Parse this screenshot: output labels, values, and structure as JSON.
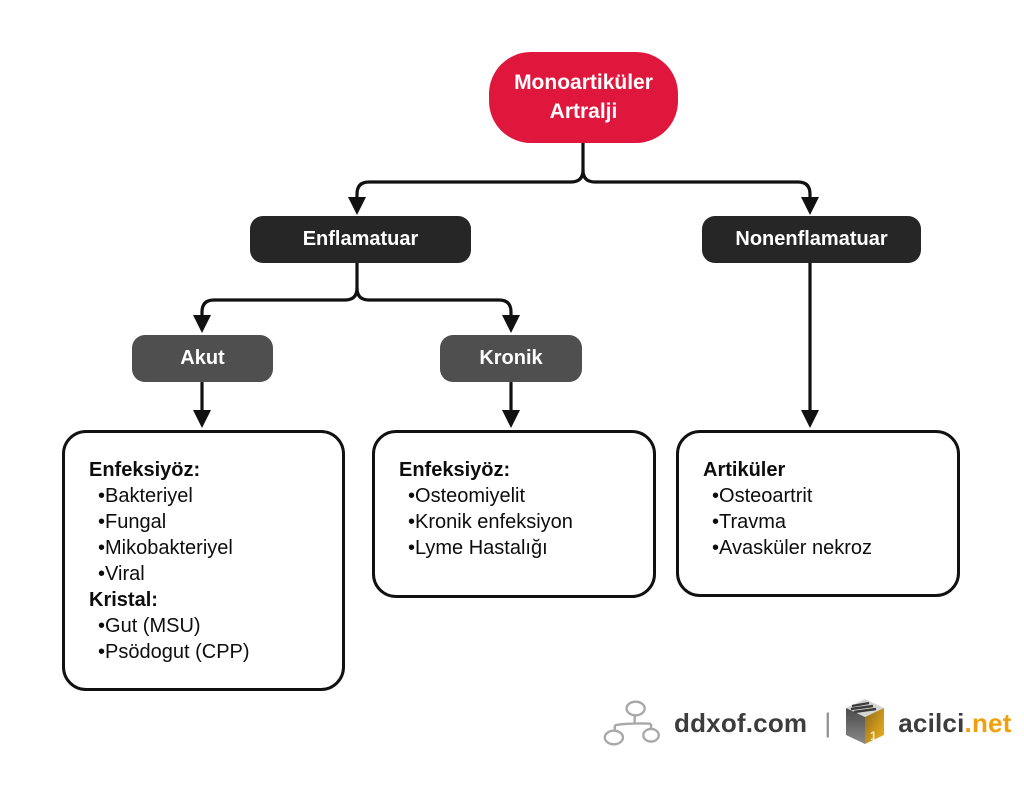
{
  "tree": {
    "root": {
      "label": "Monoartiküler Artralji"
    },
    "level1": [
      {
        "label": "Enflamatuar"
      },
      {
        "label": "Nonenflamatuar"
      }
    ],
    "level2": [
      {
        "label": "Akut"
      },
      {
        "label": "Kronik"
      }
    ],
    "leaf_boxes": [
      {
        "id": "akut-detail",
        "sections": [
          {
            "title": "Enfeksiyöz:",
            "items": [
              "Bakteriyel",
              "Fungal",
              "Mikobakteriyel",
              "Viral"
            ]
          },
          {
            "title": "Kristal:",
            "items": [
              "Gut (MSU)",
              "Psödogut (CPP)"
            ]
          }
        ]
      },
      {
        "id": "kronik-detail",
        "sections": [
          {
            "title": "Enfeksiyöz:",
            "items": [
              "Osteomiyelit",
              "Kronik enfeksiyon",
              "Lyme Hastalığı"
            ]
          }
        ]
      },
      {
        "id": "nonenflamatuar-detail",
        "sections": [
          {
            "title": "Artiküler",
            "items": [
              "Osteoartrit",
              "Travma",
              "Avasküler nekroz"
            ]
          }
        ]
      }
    ]
  },
  "footer": {
    "ddxof_label": "ddxof.com",
    "separator": "|",
    "acilci_name": "acilci",
    "acilci_tld": ".net",
    "acilci_logo_digit": "1"
  },
  "colors": {
    "root_node": "#e0173c",
    "level1_node": "#262626",
    "level2_node": "#4f4f4f",
    "node_text": "#ffffff",
    "connector_line": "#111111",
    "leaf_border": "#111111",
    "footer_text": "#3d3d3d",
    "acilci_orange": "#efa00b",
    "ddxof_icon_gray": "#a8a8a8"
  }
}
